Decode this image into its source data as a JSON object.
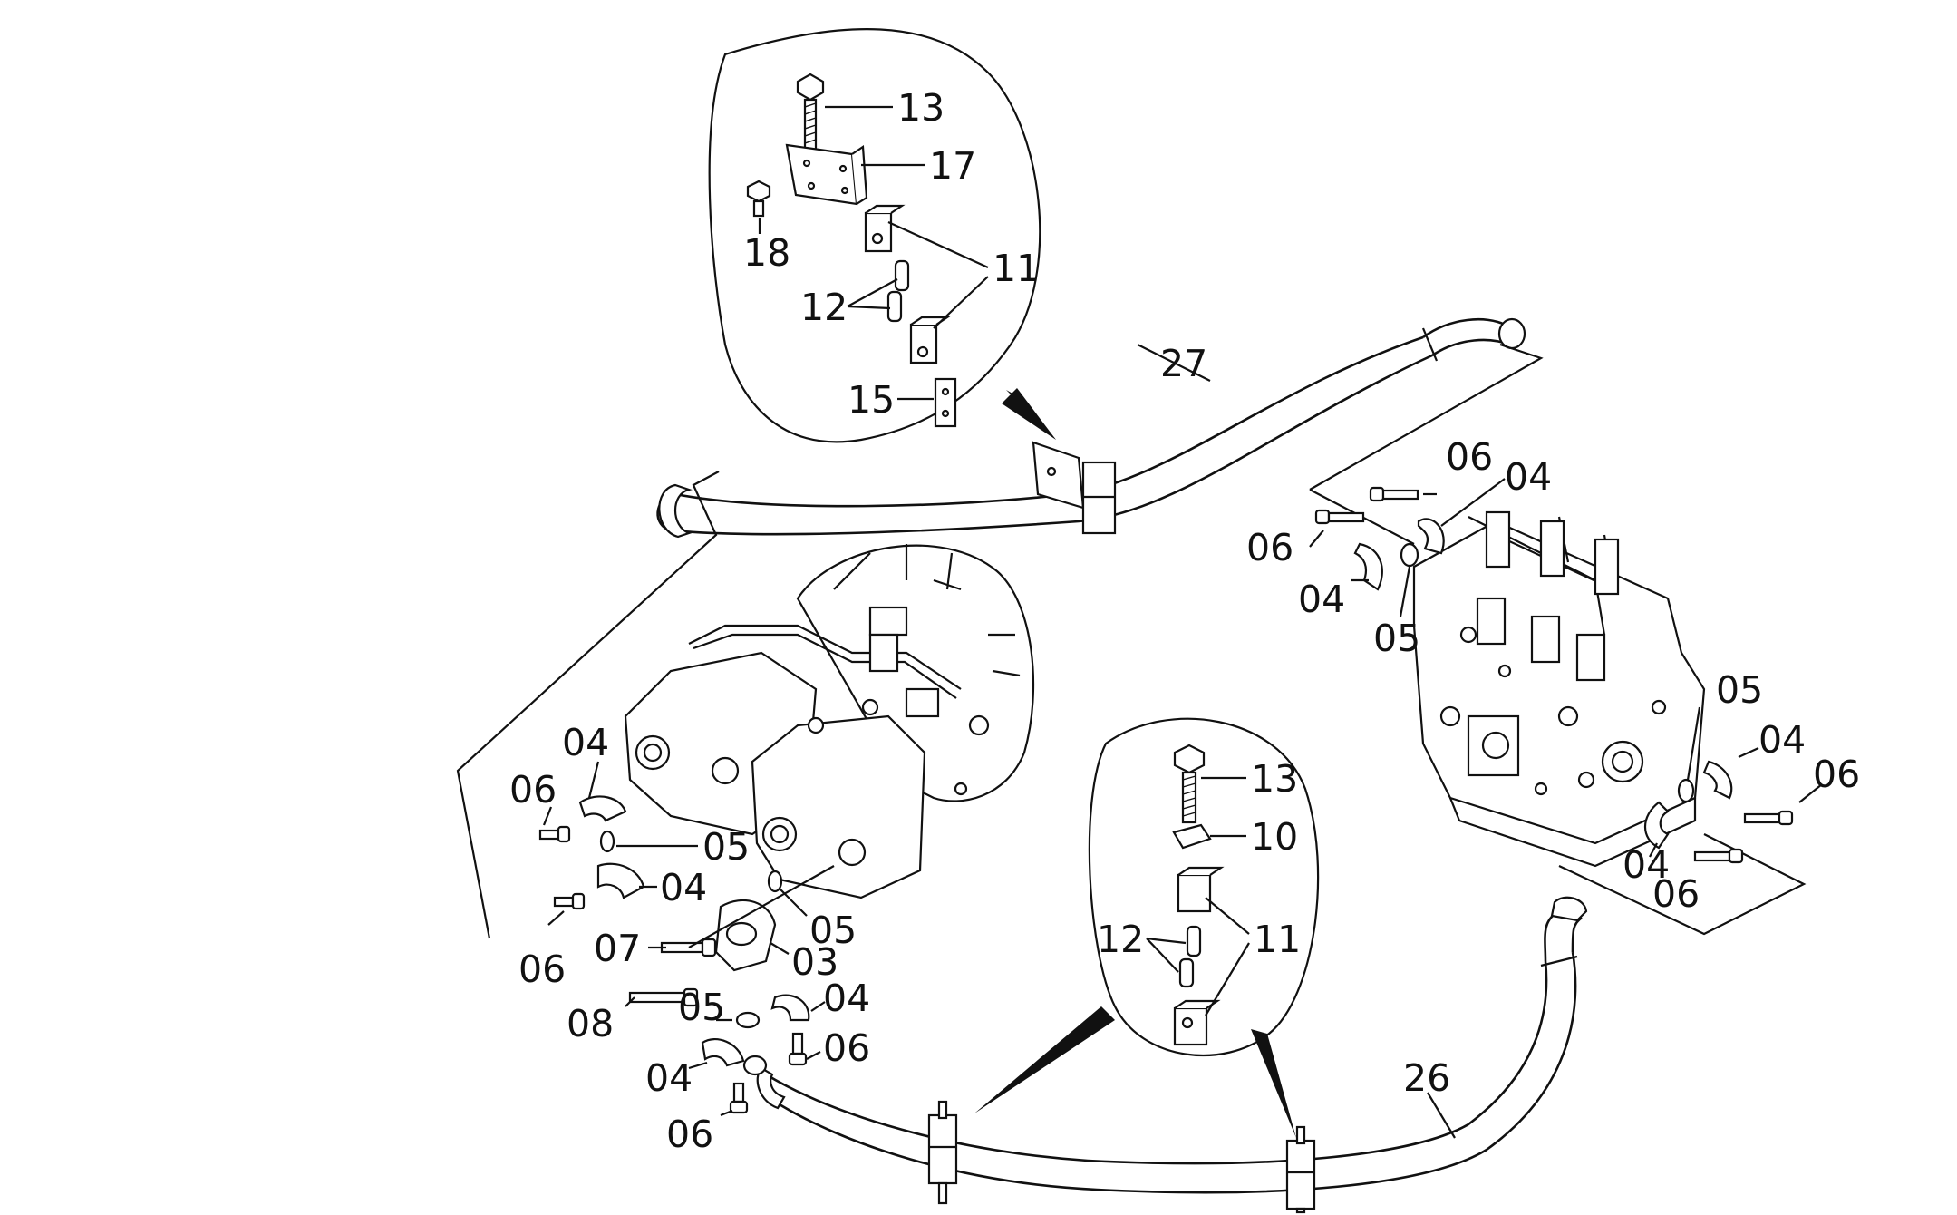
{
  "labels": [
    {
      "id": "detail-top-13",
      "text": "13"
    },
    {
      "id": "detail-top-17",
      "text": "17"
    },
    {
      "id": "detail-top-18",
      "text": "18"
    },
    {
      "id": "detail-top-11",
      "text": "11"
    },
    {
      "id": "detail-top-12",
      "text": "12"
    },
    {
      "id": "detail-top-15",
      "text": "15"
    },
    {
      "id": "hose-27",
      "text": "27"
    },
    {
      "id": "valve-06a",
      "text": "06"
    },
    {
      "id": "valve-04a",
      "text": "04"
    },
    {
      "id": "valve-06b",
      "text": "06"
    },
    {
      "id": "valve-04b",
      "text": "04"
    },
    {
      "id": "valve-05a",
      "text": "05"
    },
    {
      "id": "valve-05b",
      "text": "05"
    },
    {
      "id": "valve-04c",
      "text": "04"
    },
    {
      "id": "valve-06c",
      "text": "06"
    },
    {
      "id": "valve-04d",
      "text": "04"
    },
    {
      "id": "valve-06d",
      "text": "06"
    },
    {
      "id": "pump-04a",
      "text": "04"
    },
    {
      "id": "pump-06a",
      "text": "06"
    },
    {
      "id": "pump-05a",
      "text": "05"
    },
    {
      "id": "pump-04b",
      "text": "04"
    },
    {
      "id": "pump-06b",
      "text": "06"
    },
    {
      "id": "pump-05b",
      "text": "05"
    },
    {
      "id": "pump-07",
      "text": "07"
    },
    {
      "id": "pump-03",
      "text": "03"
    },
    {
      "id": "pump-08",
      "text": "08"
    },
    {
      "id": "pump-05c",
      "text": "05"
    },
    {
      "id": "pump-04c",
      "text": "04"
    },
    {
      "id": "pump-06c",
      "text": "06"
    },
    {
      "id": "pump-04d",
      "text": "04"
    },
    {
      "id": "pump-06d",
      "text": "06"
    },
    {
      "id": "detail-bot-13",
      "text": "13"
    },
    {
      "id": "detail-bot-10",
      "text": "10"
    },
    {
      "id": "detail-bot-12",
      "text": "12"
    },
    {
      "id": "detail-bot-11",
      "text": "11"
    },
    {
      "id": "hose-26",
      "text": "26"
    }
  ]
}
